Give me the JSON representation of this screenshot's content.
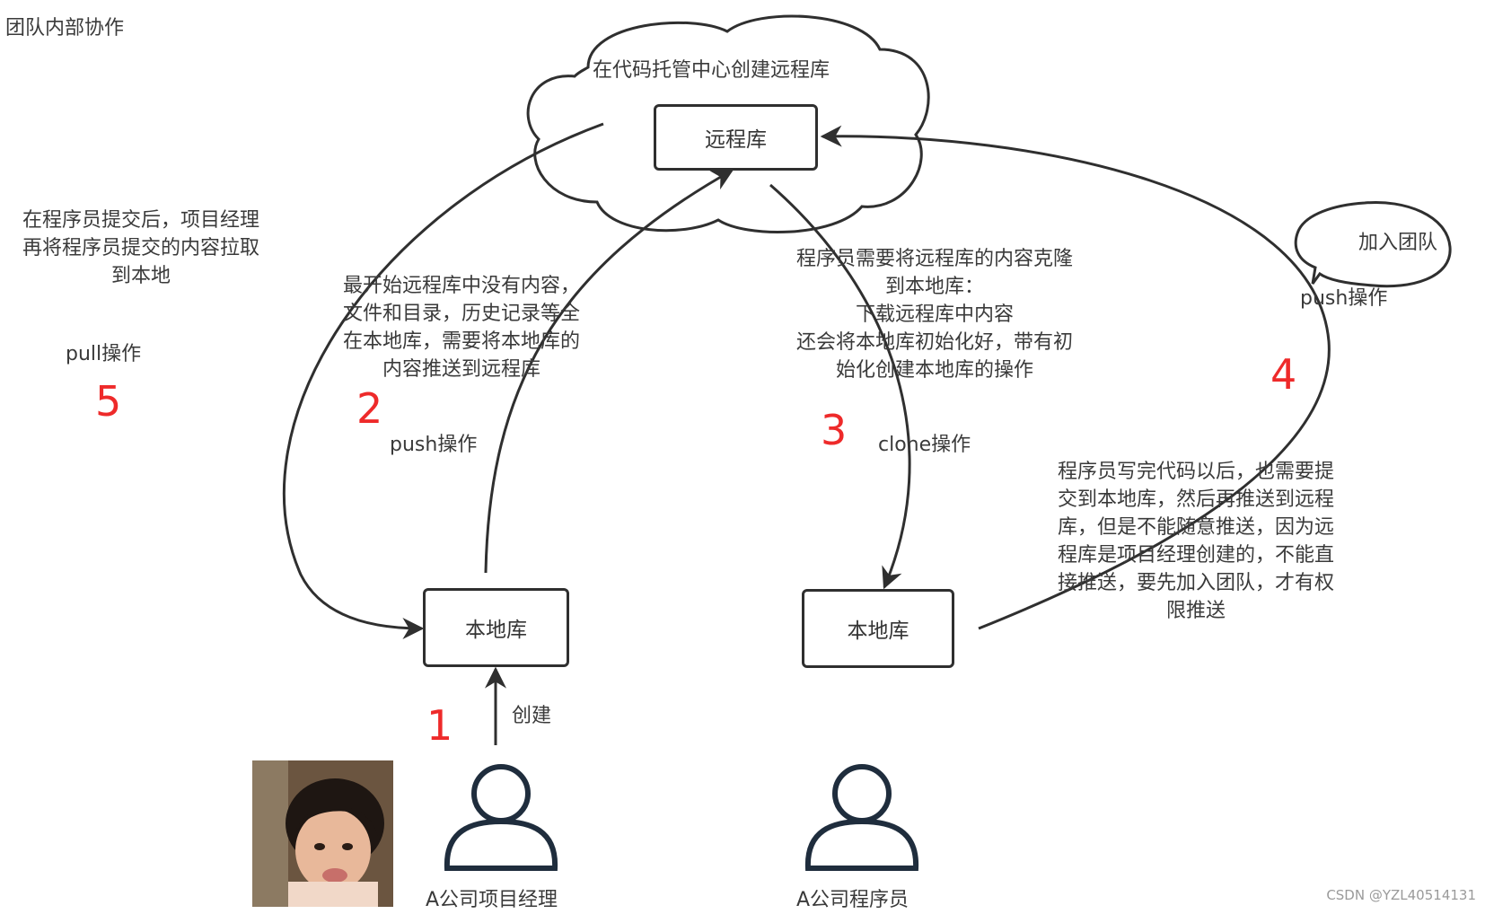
{
  "title": "团队内部协作",
  "cloud": {
    "label": "在代码托管中心创建远程库"
  },
  "boxes": {
    "remote": "远程库",
    "local_a": "本地库",
    "local_b": "本地库"
  },
  "bubble": {
    "label": "加入团队"
  },
  "notes": {
    "pull_desc": "在程序员提交后，项目经理\n再将程序员提交的内容拉取\n到本地",
    "pull_label": "pull操作",
    "push_desc": "最开始远程库中没有内容，\n文件和目录，历史记录等全\n在本地库，需要将本地库的\n内容推送到远程库",
    "push_label": "push操作",
    "clone_desc": "程序员需要将远程库的内容克隆\n到本地库：\n下载远程库中内容\n还会将本地库初始化好，带有初\n始化创建本地库的操作",
    "clone_label": "clone操作",
    "push2_label": "push操作",
    "push2_desc": "程序员写完代码以后，也需要提\n交到本地库，然后再推送到远程\n库，但是不能随意推送，因为远\n程库是项目经理创建的，不能直\n接推送，要先加入团队，才有权\n限推送",
    "create_label": "创建"
  },
  "steps": [
    "1",
    "2",
    "3",
    "4",
    "5"
  ],
  "actors": {
    "manager": "A公司项目经理",
    "programmer": "A公司程序员"
  },
  "watermark": "CSDN @YZL40514131",
  "colors": {
    "line": "#2f2f2f",
    "step_number": "#ee2a2a",
    "text": "#3a3a3a",
    "actor": "#1f2d3d"
  }
}
